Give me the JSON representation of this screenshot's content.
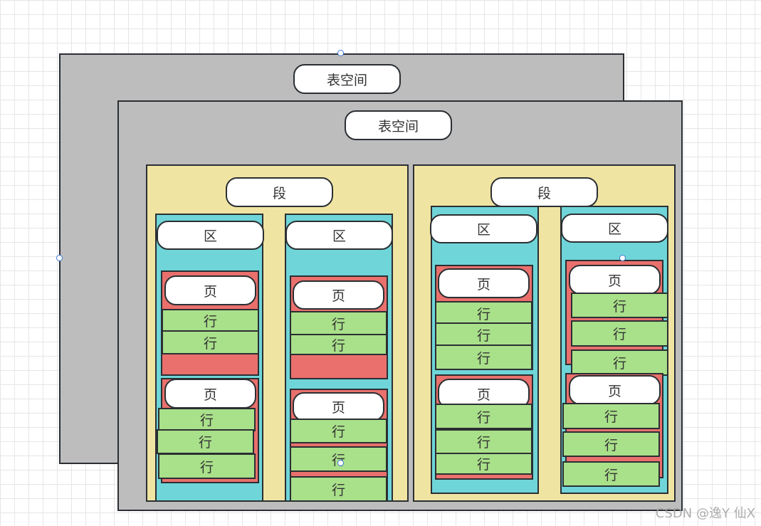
{
  "labels": {
    "tablespace_back": "表空间",
    "tablespace_front": "表空间",
    "segment_left": "段",
    "segment_right": "段",
    "extent_1": "区",
    "extent_2": "区",
    "extent_3": "区",
    "extent_4": "区",
    "page": "页",
    "row": "行"
  },
  "colors": {
    "tablespace": "#bdbdbd",
    "segment": "#f0e4a2",
    "extent": "#6fd5d8",
    "page": "#e9706c",
    "row": "#a9e08a",
    "label_bg": "#ffffff",
    "border": "#2b2f33",
    "selection_handle": "#3d7bd9"
  },
  "watermark": "CSDN @逸Y   仙X"
}
